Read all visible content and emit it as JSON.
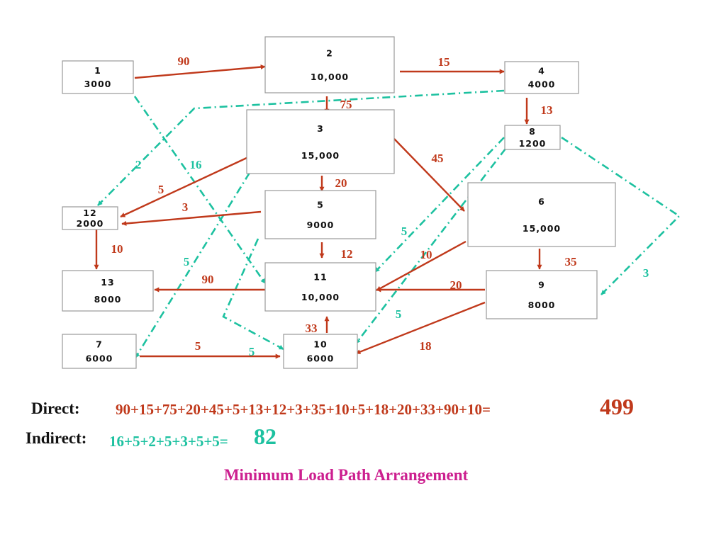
{
  "colors": {
    "direct": "#c0391b",
    "indirect": "#1dc1a0",
    "caption": "#cc1f8f",
    "text": "#111111"
  },
  "nodes": [
    {
      "id": "1",
      "value": "3000"
    },
    {
      "id": "2",
      "value": "10,000"
    },
    {
      "id": "3",
      "value": "15,000"
    },
    {
      "id": "4",
      "value": "4000"
    },
    {
      "id": "5",
      "value": "9000"
    },
    {
      "id": "6",
      "value": "15,000"
    },
    {
      "id": "7",
      "value": "6000"
    },
    {
      "id": "8",
      "value": "1200"
    },
    {
      "id": "9",
      "value": "8000"
    },
    {
      "id": "10",
      "value": "6000"
    },
    {
      "id": "11",
      "value": "10,000"
    },
    {
      "id": "12",
      "value": "2000"
    },
    {
      "id": "13",
      "value": "8000"
    }
  ],
  "direct_flows": [
    {
      "from": "1",
      "to": "2",
      "load": "90"
    },
    {
      "from": "2",
      "to": "4",
      "load": "15"
    },
    {
      "from": "2",
      "to": "3",
      "load": "75"
    },
    {
      "from": "4",
      "to": "8",
      "load": "13"
    },
    {
      "from": "3",
      "to": "6",
      "load": "45"
    },
    {
      "from": "3",
      "to": "12",
      "load": "5"
    },
    {
      "from": "3",
      "to": "5",
      "load": "20"
    },
    {
      "from": "5",
      "to": "12",
      "load": "3"
    },
    {
      "from": "5",
      "to": "11",
      "load": "12"
    },
    {
      "from": "12",
      "to": "13",
      "load": "10"
    },
    {
      "from": "6",
      "to": "11",
      "load": "10"
    },
    {
      "from": "6",
      "to": "9",
      "load": "35"
    },
    {
      "from": "11",
      "to": "13",
      "load": "90"
    },
    {
      "from": "9",
      "to": "11",
      "load": "20"
    },
    {
      "from": "9",
      "to": "10",
      "load": "18"
    },
    {
      "from": "10",
      "to": "11",
      "load": "33"
    },
    {
      "from": "7",
      "to": "10",
      "load": "5"
    }
  ],
  "indirect_flows": [
    {
      "from": "4",
      "to": "12",
      "load": "2"
    },
    {
      "from": "1",
      "to": "11",
      "load": "16"
    },
    {
      "from": "3",
      "to": "7",
      "load": "5"
    },
    {
      "from": "8",
      "to": "11",
      "load": "5"
    },
    {
      "from": "8",
      "to": "9",
      "load": "3"
    },
    {
      "from": "8",
      "to": "10",
      "load": "5"
    },
    {
      "from": "5",
      "to": "10",
      "load": "5"
    }
  ],
  "summary": {
    "direct_label": "Direct:",
    "direct_expression": "90+15+75+20+45+5+13+12+3+35+10+5+18+20+33+90+10=",
    "direct_total": "499",
    "indirect_label": "Indirect:",
    "indirect_expression": "16+5+2+5+3+5+5=",
    "indirect_total": "82"
  },
  "caption": "Minimum Load Path Arrangement"
}
